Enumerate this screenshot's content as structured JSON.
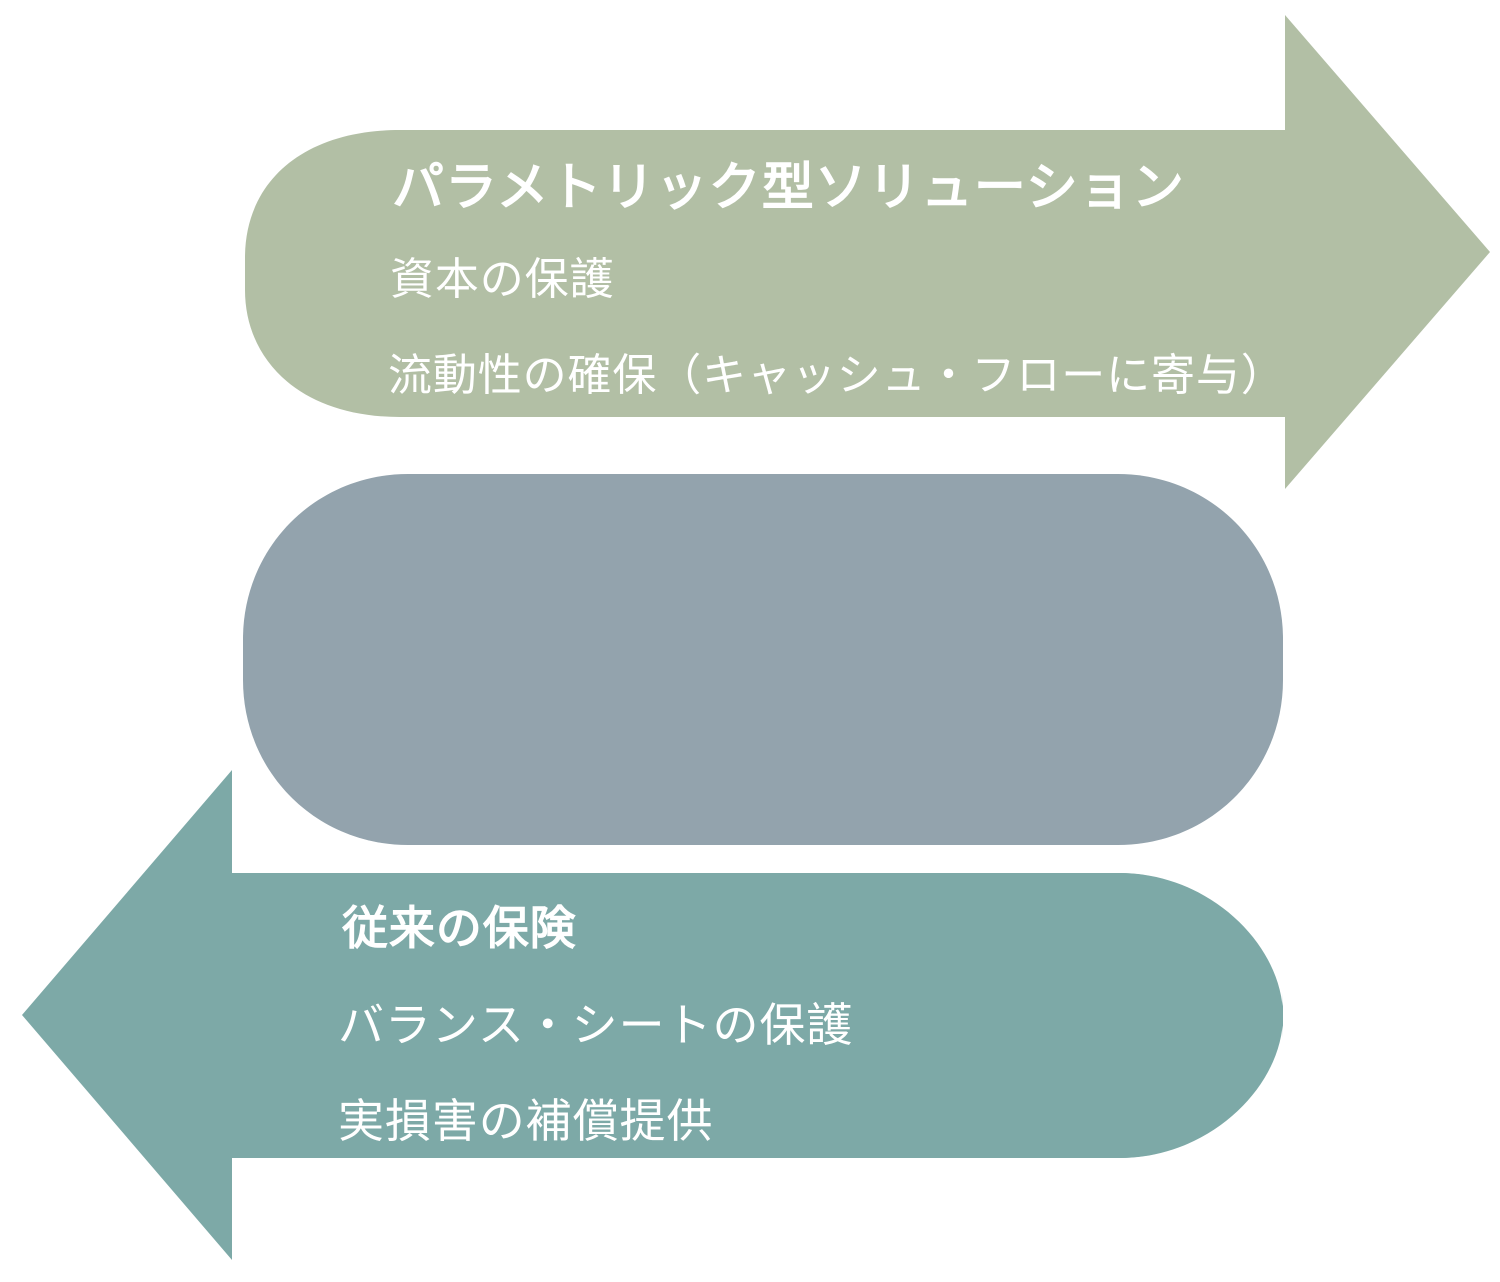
{
  "diagram": {
    "type": "cyclical-two-arrow-comparison",
    "background_color": "#ffffff",
    "shapes": {
      "top_arrow": {
        "name": "parametric-solution-arrow",
        "direction": "right",
        "color": "#b2bfa5"
      },
      "connector": {
        "name": "middle-connector-band",
        "color": "#93a3ad"
      },
      "bottom_arrow": {
        "name": "traditional-insurance-arrow",
        "direction": "left",
        "color": "#7da9a7"
      }
    }
  },
  "top_arrow": {
    "title": "パラメトリック型ソリューション",
    "lines": [
      "資本の保護",
      "流動性の確保（キャッシュ・フローに寄与）"
    ]
  },
  "bottom_arrow": {
    "title": "従来の保険",
    "lines": [
      "バランス・シートの保護",
      "実損害の補償提供"
    ]
  }
}
